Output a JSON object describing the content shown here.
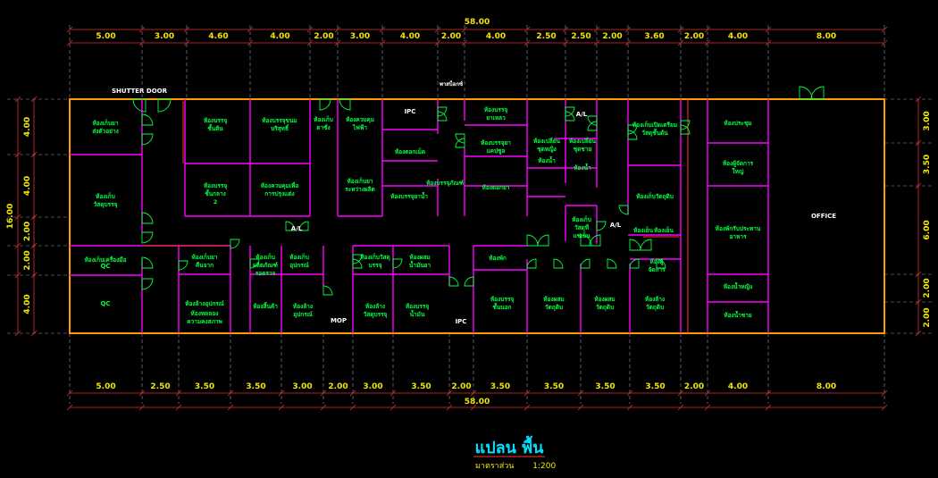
{
  "overall_dims": {
    "top": "58.00",
    "bottom": "58.00",
    "left": "16.00"
  },
  "top_dims": [
    "5.00",
    "3.00",
    "4.60",
    "4.00",
    "2.00",
    "3.00",
    "4.00",
    "2.00",
    "4.00",
    "2.50",
    "2.50",
    "2.00",
    "3.60",
    "2.00",
    "4.00",
    "8.00"
  ],
  "bottom_dims": [
    "5.00",
    "2.50",
    "3.50",
    "3.50",
    "3.00",
    "2.00",
    "3.00",
    "3.50",
    "2.00",
    "3.50",
    "3.50",
    "3.50",
    "3.50",
    "2.00",
    "4.00",
    "8.00"
  ],
  "left_dims": [
    "4.00",
    "4.00",
    "2.00",
    "2.00",
    "4.00"
  ],
  "right_dims": [
    "3.00",
    "3.50",
    "6.00",
    "2.00",
    "2.00"
  ],
  "labels": {
    "shutter": "SHUTTER DOOR",
    "office": "OFFICE",
    "ipc_top": "IPC",
    "ipc_bottom": "IPC",
    "al_1": "A/L",
    "al_2": "A/L",
    "al_3": "A/L",
    "mop": "MOP",
    "qc_1": "QC",
    "qc_2": "QC",
    "top_note": "พาสบ็อกซ์"
  },
  "rooms": [
    "ห้องเก็บยา ส่งตัวอย่าง",
    "ห้องเก็บ วัสดุบรรจุ",
    "ห้องเก็บเครื่องมือ",
    "ห้องบรรจุ ชั้นต้น",
    "ห้องบรรจุขนม บริสุทธิ์",
    "ห้องบรรจุ ชั้นกลาง 2",
    "ห้องควบคุมเพื่อ การปรุงแต่ง",
    "ห้องเก็บ ตาชั่ง",
    "ห้องควบคุม ไฟฟ้า",
    "ห้องเก็บยา ระหว่างผลิต",
    "ห้องตอกเม็ด",
    "ห้องบรรจุยาน้ำ",
    "ห้องบรรจุ ยาเหลว",
    "ห้องบรรจุยา แคปซูล",
    "ห้องตอกยา",
    "ห้องเปลี่ยน ชุดหญิง",
    "ห้องเปลี่ยน ชุดชาย",
    "ห้องน้ำ",
    "ห้องน้ำ",
    "ห้องเก็บ วัสดุที่ แช่เย็น",
    "ห้องเก็บเปิดเตรียม วัสดุชั้นต้น",
    "ห้องเก็บวัตถุดิบ",
    "ห้องเย็น",
    "ห้องเย็น",
    "ห้องผู้ จัดการ",
    "ห้องเก็บยา คืนจาก",
    "ห้องล้างอุปกรณ์",
    "ห้องเก็บ ผลิตภัณฑ์ รอตรวจ",
    "ห้องเก็บ อุปกรณ์",
    "ห้องเก็บวัสดุ บรรจุ",
    "ห้องผสม น้ำมันยา",
    "ห้องทดลอง ความคงสภาพ",
    "ห้องสิ้นค้า",
    "ห้องล้าง อุปกรณ์",
    "ห้องล้าง วัสดุบรรจุ",
    "ห้องบรรจุ น้ำมัน",
    "ห้องบรรจุ ชั้นนอก",
    "ห้องผสม วัตถุดิบ",
    "ห้องผสม วัตถุดิบ",
    "ห้องล้าง วัตถุดิบ",
    "ห้องประชุม",
    "ห้องผู้จัดการ ใหญ่",
    "ห้องพักรับประทาน อาหาร",
    "ห้องน้ำหญิง",
    "ห้องน้ำชาย",
    "ห้องพัก",
    "ห้องบรรจุภัณฑ์"
  ],
  "title": "แปลน พื้น",
  "scale_label": "มาตราส่วน",
  "scale_value": "1:200"
}
